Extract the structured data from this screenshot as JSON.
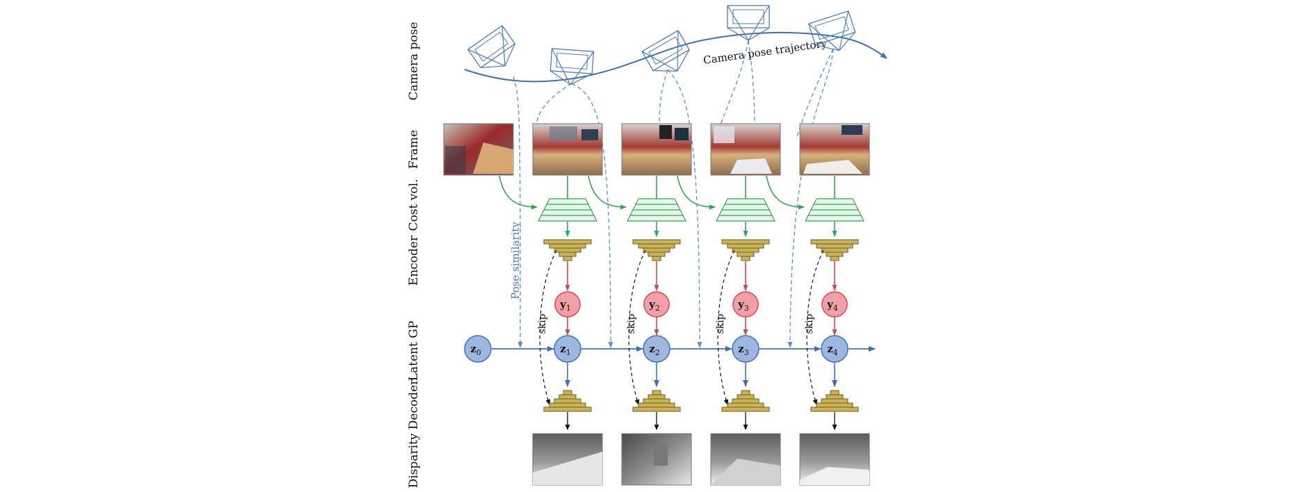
{
  "row_labels": {
    "camera_pose": "Camera pose",
    "frame": "Frame",
    "cost_vol": "Cost vol.",
    "encoder": "Encoder",
    "latent_gp": "Latent GP",
    "decoder": "Decoder",
    "disparity": "Disparity"
  },
  "annotations": {
    "trajectory": "Camera pose trajectory",
    "pose_similarity": "Pose similarity",
    "skip": "skip"
  },
  "latent_nodes": [
    {
      "base": "z",
      "sub": "0"
    },
    {
      "base": "z",
      "sub": "1"
    },
    {
      "base": "z",
      "sub": "2"
    },
    {
      "base": "z",
      "sub": "3"
    },
    {
      "base": "z",
      "sub": "4"
    }
  ],
  "observed_nodes": [
    {
      "base": "y",
      "sub": "1"
    },
    {
      "base": "y",
      "sub": "2"
    },
    {
      "base": "y",
      "sub": "3"
    },
    {
      "base": "y",
      "sub": "4"
    }
  ],
  "colors": {
    "pose_blue": "#3f6fb8",
    "dashed_blue": "#5b8bd0",
    "cost_green": "#2ea84f",
    "encoder_gold": "#c9b25a",
    "y_red": "#f1a0a6",
    "red_arrow": "#d8434f",
    "z_blue": "#9db7e0"
  }
}
